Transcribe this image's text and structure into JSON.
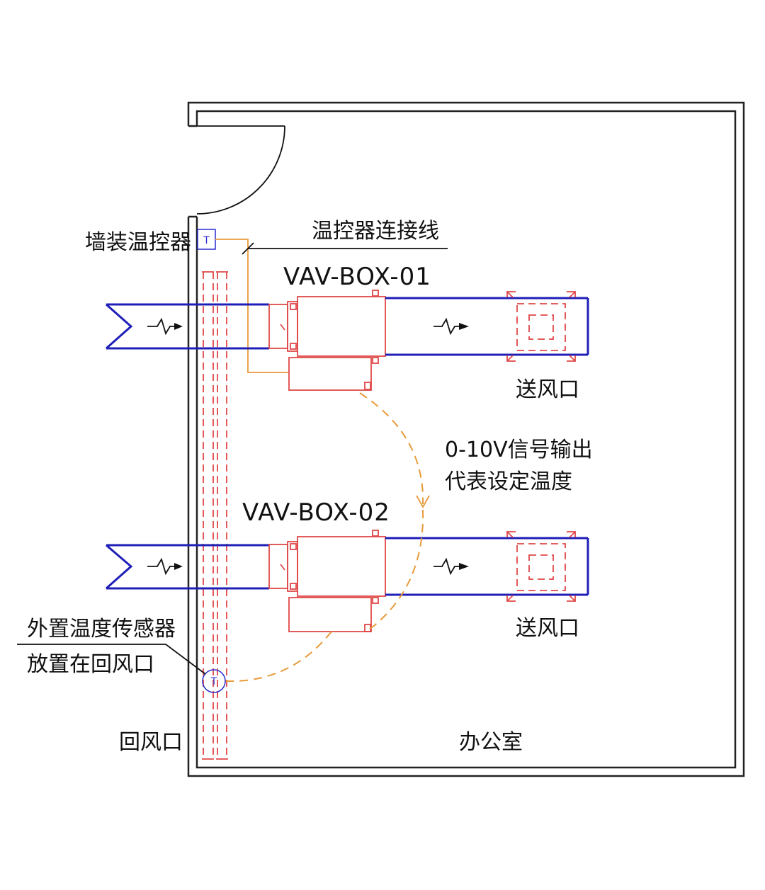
{
  "labels": {
    "wall_thermostat": "墙装温控器",
    "thermostat_wire": "温控器连接线",
    "vav_box_01": "VAV-BOX-01",
    "vav_box_02": "VAV-BOX-02",
    "supply_outlet_1": "送风口",
    "supply_outlet_2": "送风口",
    "signal_line1": "0-10V信号输出",
    "signal_line2": "代表设定温度",
    "ext_sensor_line1": "外置温度传感器",
    "ext_sensor_line2": "放置在回风口",
    "return_outlet": "回风口",
    "office": "办公室",
    "thermostat_symbol": "T",
    "sensor_symbol": "T"
  },
  "colors": {
    "wall": "#222222",
    "duct": "#1f1fb8",
    "equipment": "#e04848",
    "signal": "#e79a3a",
    "text": "#111111"
  }
}
